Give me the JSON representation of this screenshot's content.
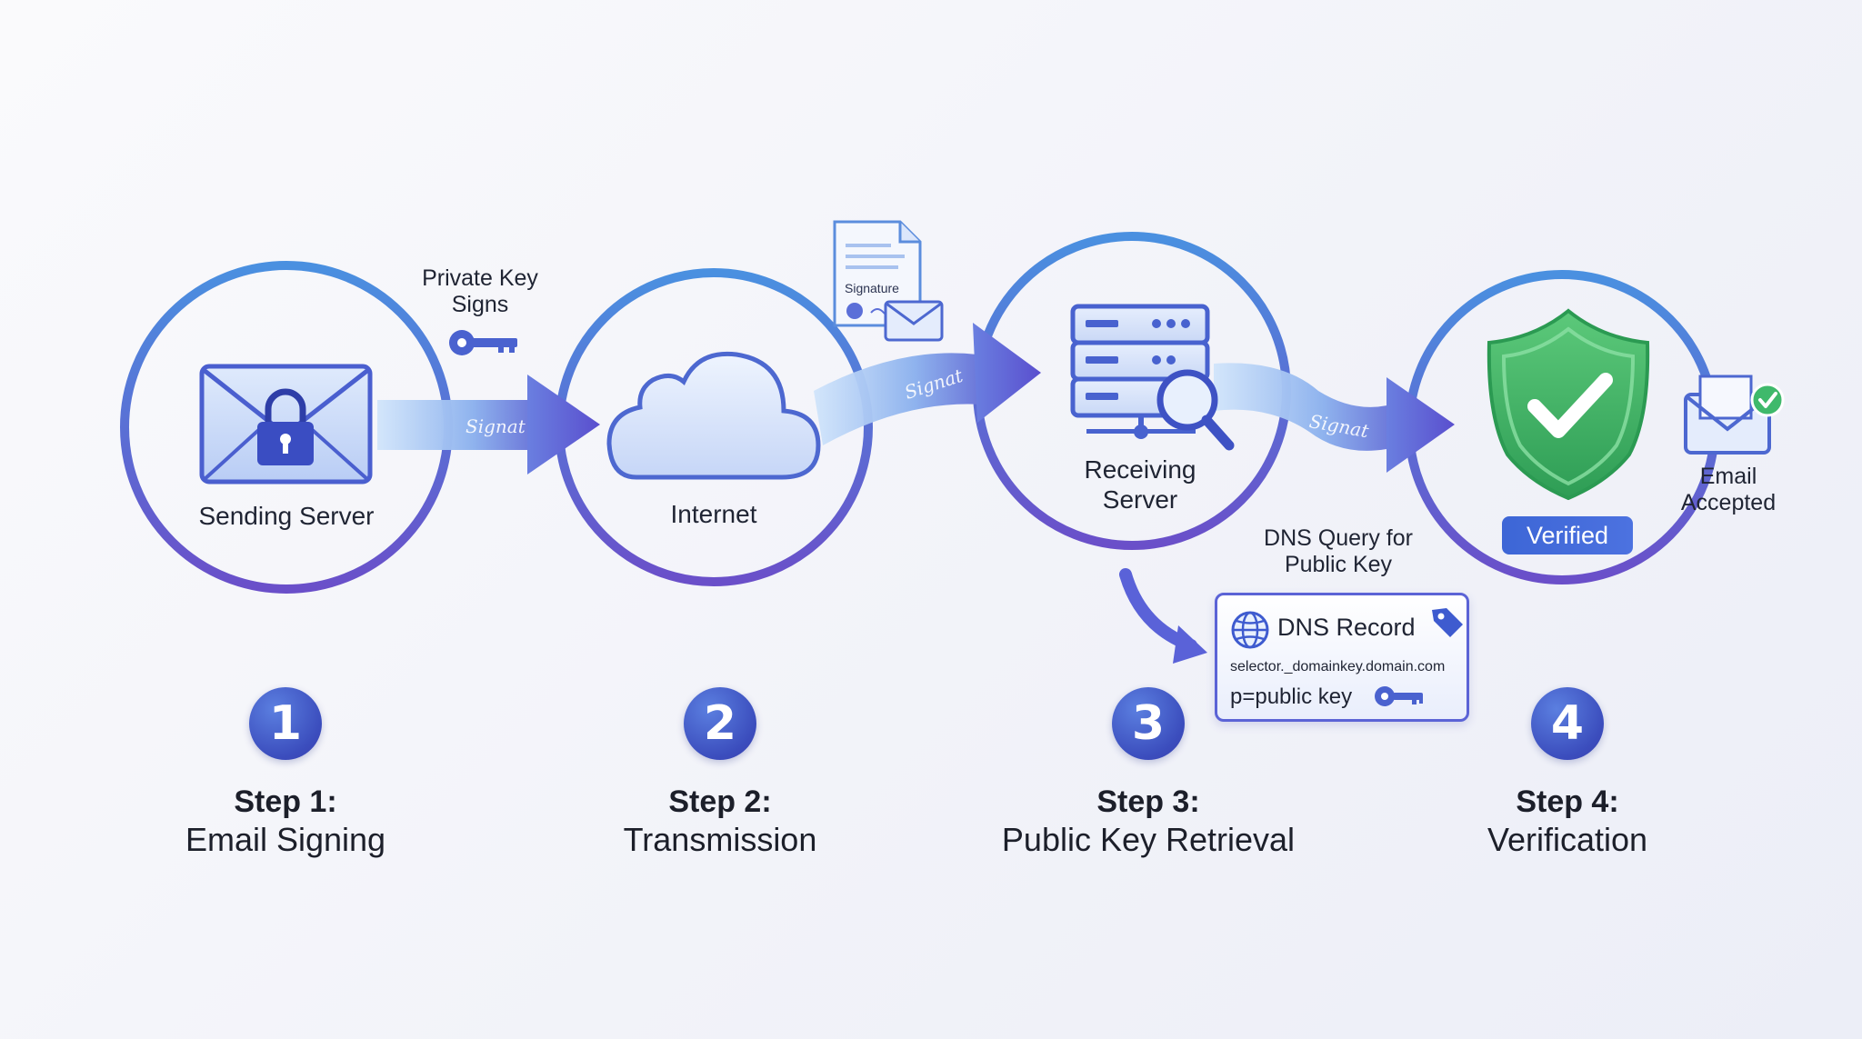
{
  "colors": {
    "ring_start": "#4a90e0",
    "ring_end": "#6a4fc9",
    "arrow": "#5a62d8",
    "accent_blue": "#3d66d6",
    "shield_green": "#3fb96b",
    "badge_gradient": "#3b4dbd"
  },
  "nodes": [
    {
      "label": "Sending Server",
      "icon": "envelope-lock-icon"
    },
    {
      "label": "Internet",
      "icon": "cloud-icon"
    },
    {
      "label": "Receiving\nServer",
      "icon": "server-search-icon"
    },
    {
      "label": "Verified",
      "icon": "shield-check-icon"
    }
  ],
  "notes": {
    "private_key": "Private Key\nSigns",
    "signature_doc": "Signature",
    "email_accepted": "Email\nAccepted",
    "dns_query": "DNS Query for\nPublic Key",
    "signature_script": "Signat"
  },
  "dns_record": {
    "title": "DNS Record",
    "selector": "selector._domainkey.domain.com",
    "value": "p=public key"
  },
  "steps": [
    {
      "number": "1",
      "title": "Step 1:",
      "subtitle": "Email Signing"
    },
    {
      "number": "2",
      "title": "Step 2:",
      "subtitle": "Transmission"
    },
    {
      "number": "3",
      "title": "Step 3:",
      "subtitle": "Public Key Retrieval"
    },
    {
      "number": "4",
      "title": "Step 4:",
      "subtitle": "Verification"
    }
  ]
}
